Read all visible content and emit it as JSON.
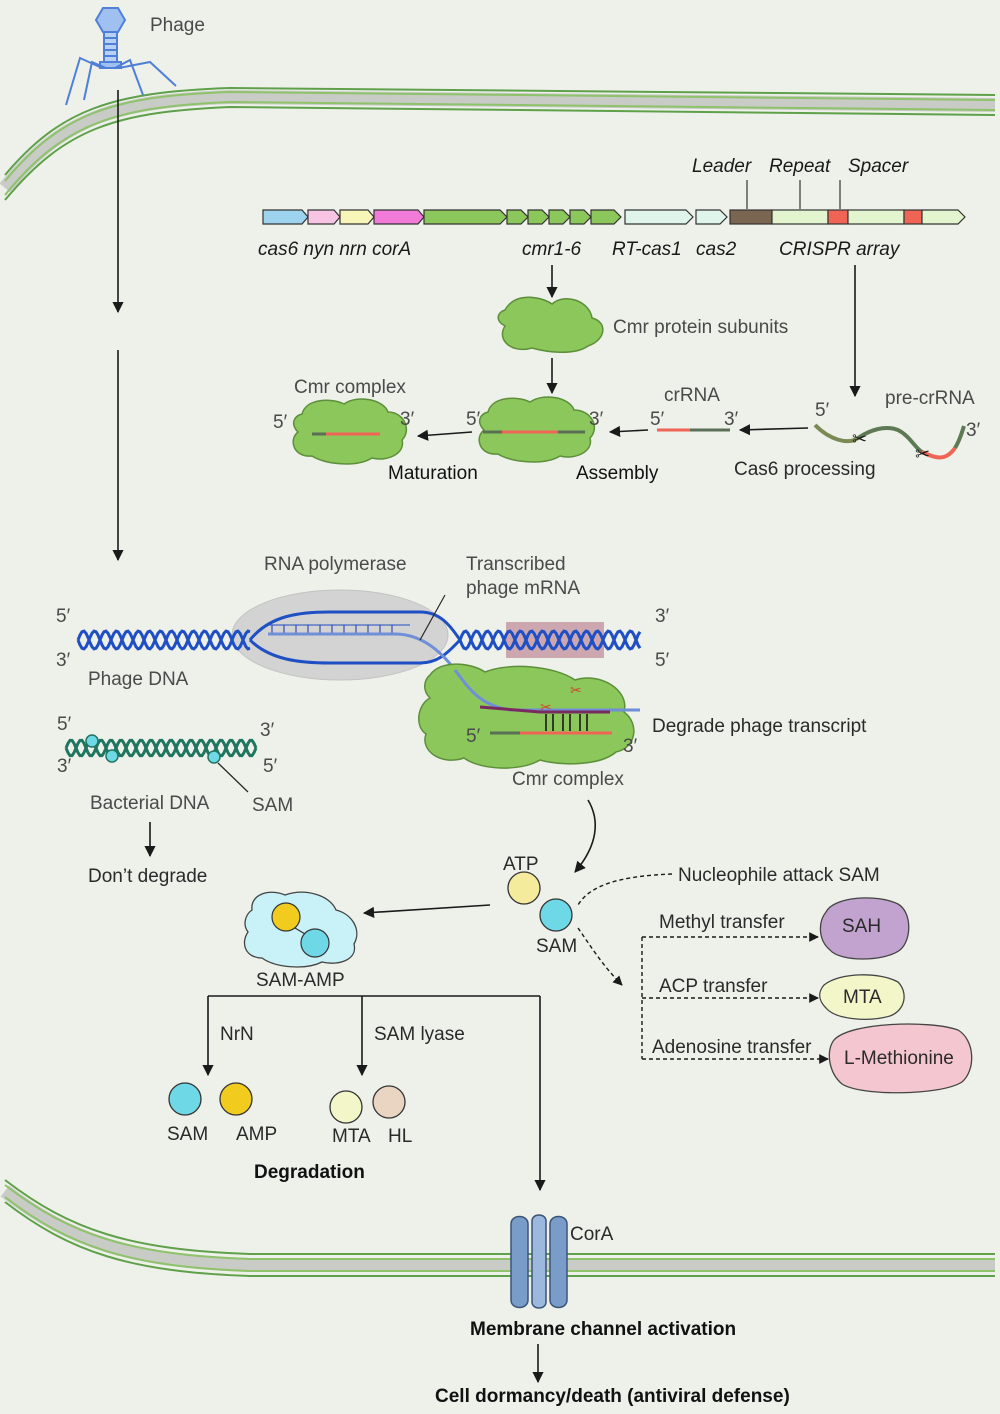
{
  "phage": {
    "label": "Phage"
  },
  "operon": {
    "array_labels": {
      "leader": "Leader",
      "repeat": "Repeat",
      "spacer": "Spacer"
    },
    "gene_labels": {
      "cas6_group": "cas6 nyn nrn corA",
      "cmr": "cmr1-6",
      "rt_cas1": "RT-cas1",
      "cas2": "cas2",
      "array": "CRISPR array"
    },
    "colors": {
      "cas6": "#9dd3ee",
      "nyn": "#f7c4e4",
      "nrn": "#f7f6b8",
      "corA": "#f27ad8",
      "cmr": "#8bc75a",
      "rt_cas1": "#dff4ea",
      "leader": "#7a6650",
      "repeat": "#e2f5cf",
      "spacer": "#ef6455"
    }
  },
  "crispr_processing": {
    "subunits": "Cmr protein subunits",
    "cmr_complex": "Cmr complex",
    "crrna": "crRNA",
    "pre_crrna": "pre-crRNA",
    "maturation": "Maturation",
    "assembly": "Assembly",
    "cas6_processing": "Cas6 processing",
    "five_prime": "5′",
    "three_prime": "3′"
  },
  "transcription": {
    "rna_polymerase": "RNA polymerase",
    "transcribed_line1": "Transcribed",
    "transcribed_line2": "phage mRNA",
    "phage_dna": "Phage DNA",
    "degrade_transcript": "Degrade phage transcript",
    "cmr_complex": "Cmr complex"
  },
  "bacterial": {
    "bacterial_dna": "Bacterial DNA",
    "sam": "SAM",
    "dont_degrade": "Don’t degrade"
  },
  "sam_pathway": {
    "atp": "ATP",
    "sam": "SAM",
    "sam_amp": "SAM-AMP",
    "nucleophile": "Nucleophile attack SAM",
    "methyl_transfer": "Methyl transfer",
    "acp_transfer": "ACP transfer",
    "adenosine_transfer": "Adenosine transfer",
    "sah": "SAH",
    "mta": "MTA",
    "l_methionine": "L-Methionine",
    "nrn": "NrN",
    "sam_lyase": "SAM lyase",
    "prod_sam": "SAM",
    "prod_amp": "AMP",
    "prod_mta": "MTA",
    "prod_hl": "HL",
    "degradation": "Degradation",
    "colors": {
      "atp": "#f5eb9c",
      "sam": "#6fd8e6",
      "amp": "#f1cc1f",
      "mta": "#f3f6c9",
      "hl": "#ead4c2",
      "sah": "#c2a3cf",
      "lmet": "#f4c6cf"
    }
  },
  "membrane": {
    "cora": "CorA",
    "activation": "Membrane channel activation",
    "outcome": "Cell dormancy/death (antiviral defense)"
  }
}
